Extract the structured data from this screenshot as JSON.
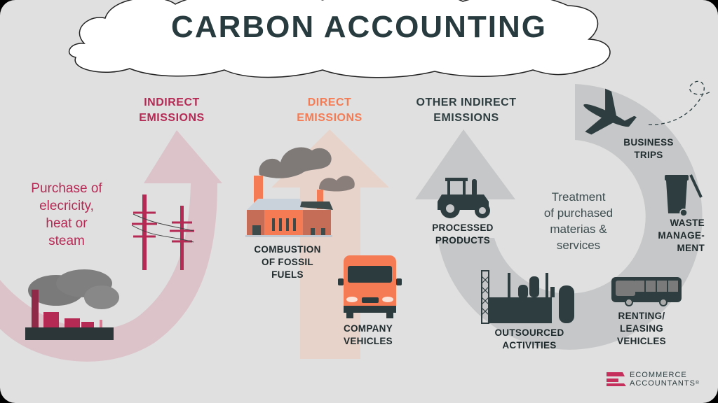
{
  "title": "CARBON ACCOUNTING",
  "colors": {
    "background": "#e0e0e0",
    "title": "#283b3e",
    "indirect": "#b52a55",
    "direct": "#f47b54",
    "other_indirect": "#2e3e40",
    "indirect_arrow": "#dcc3ca",
    "direct_arrow": "#e8d3cb",
    "other_arrow": "#c6c7c8"
  },
  "sections": {
    "indirect": {
      "header_line1": "INDIRECT",
      "header_line2": "EMISSIONS",
      "description": [
        "Purchase of",
        "elecricity,",
        "heat or",
        "steam"
      ],
      "icons": [
        "power-plant-icon",
        "power-line-tower-icon"
      ]
    },
    "direct": {
      "header_line1": "DIRECT",
      "header_line2": "EMISSIONS",
      "items": [
        {
          "icon": "factory-icon",
          "label": [
            "COMBUSTION",
            "OF FOSSIL",
            "FUELS"
          ]
        },
        {
          "icon": "van-icon",
          "label": [
            "COMPANY",
            "VEHICLES"
          ]
        }
      ]
    },
    "other_indirect": {
      "header_line1": "OTHER INDIRECT",
      "header_line2": "EMISSIONS",
      "center_text": [
        "Treatment",
        "of purchased",
        "materias &",
        "services"
      ],
      "items": [
        {
          "icon": "tractor-icon",
          "label": [
            "PROCESSED",
            "PRODUCTS"
          ]
        },
        {
          "icon": "airplane-icon",
          "label": [
            "BUSINESS",
            "TRIPS"
          ]
        },
        {
          "icon": "waste-bin-icon",
          "label": [
            "WASTE",
            "MANAGE-",
            "MENT"
          ]
        },
        {
          "icon": "bus-icon",
          "label": [
            "RENTING/",
            "LEASING",
            "VEHICLES"
          ]
        },
        {
          "icon": "refinery-icon",
          "label": [
            "OUTSOURCED",
            "ACTIVITIES"
          ]
        }
      ]
    }
  },
  "brand": {
    "line1": "ECOMMERCE",
    "line2": "ACCOUNTANTS",
    "mark": "®"
  }
}
